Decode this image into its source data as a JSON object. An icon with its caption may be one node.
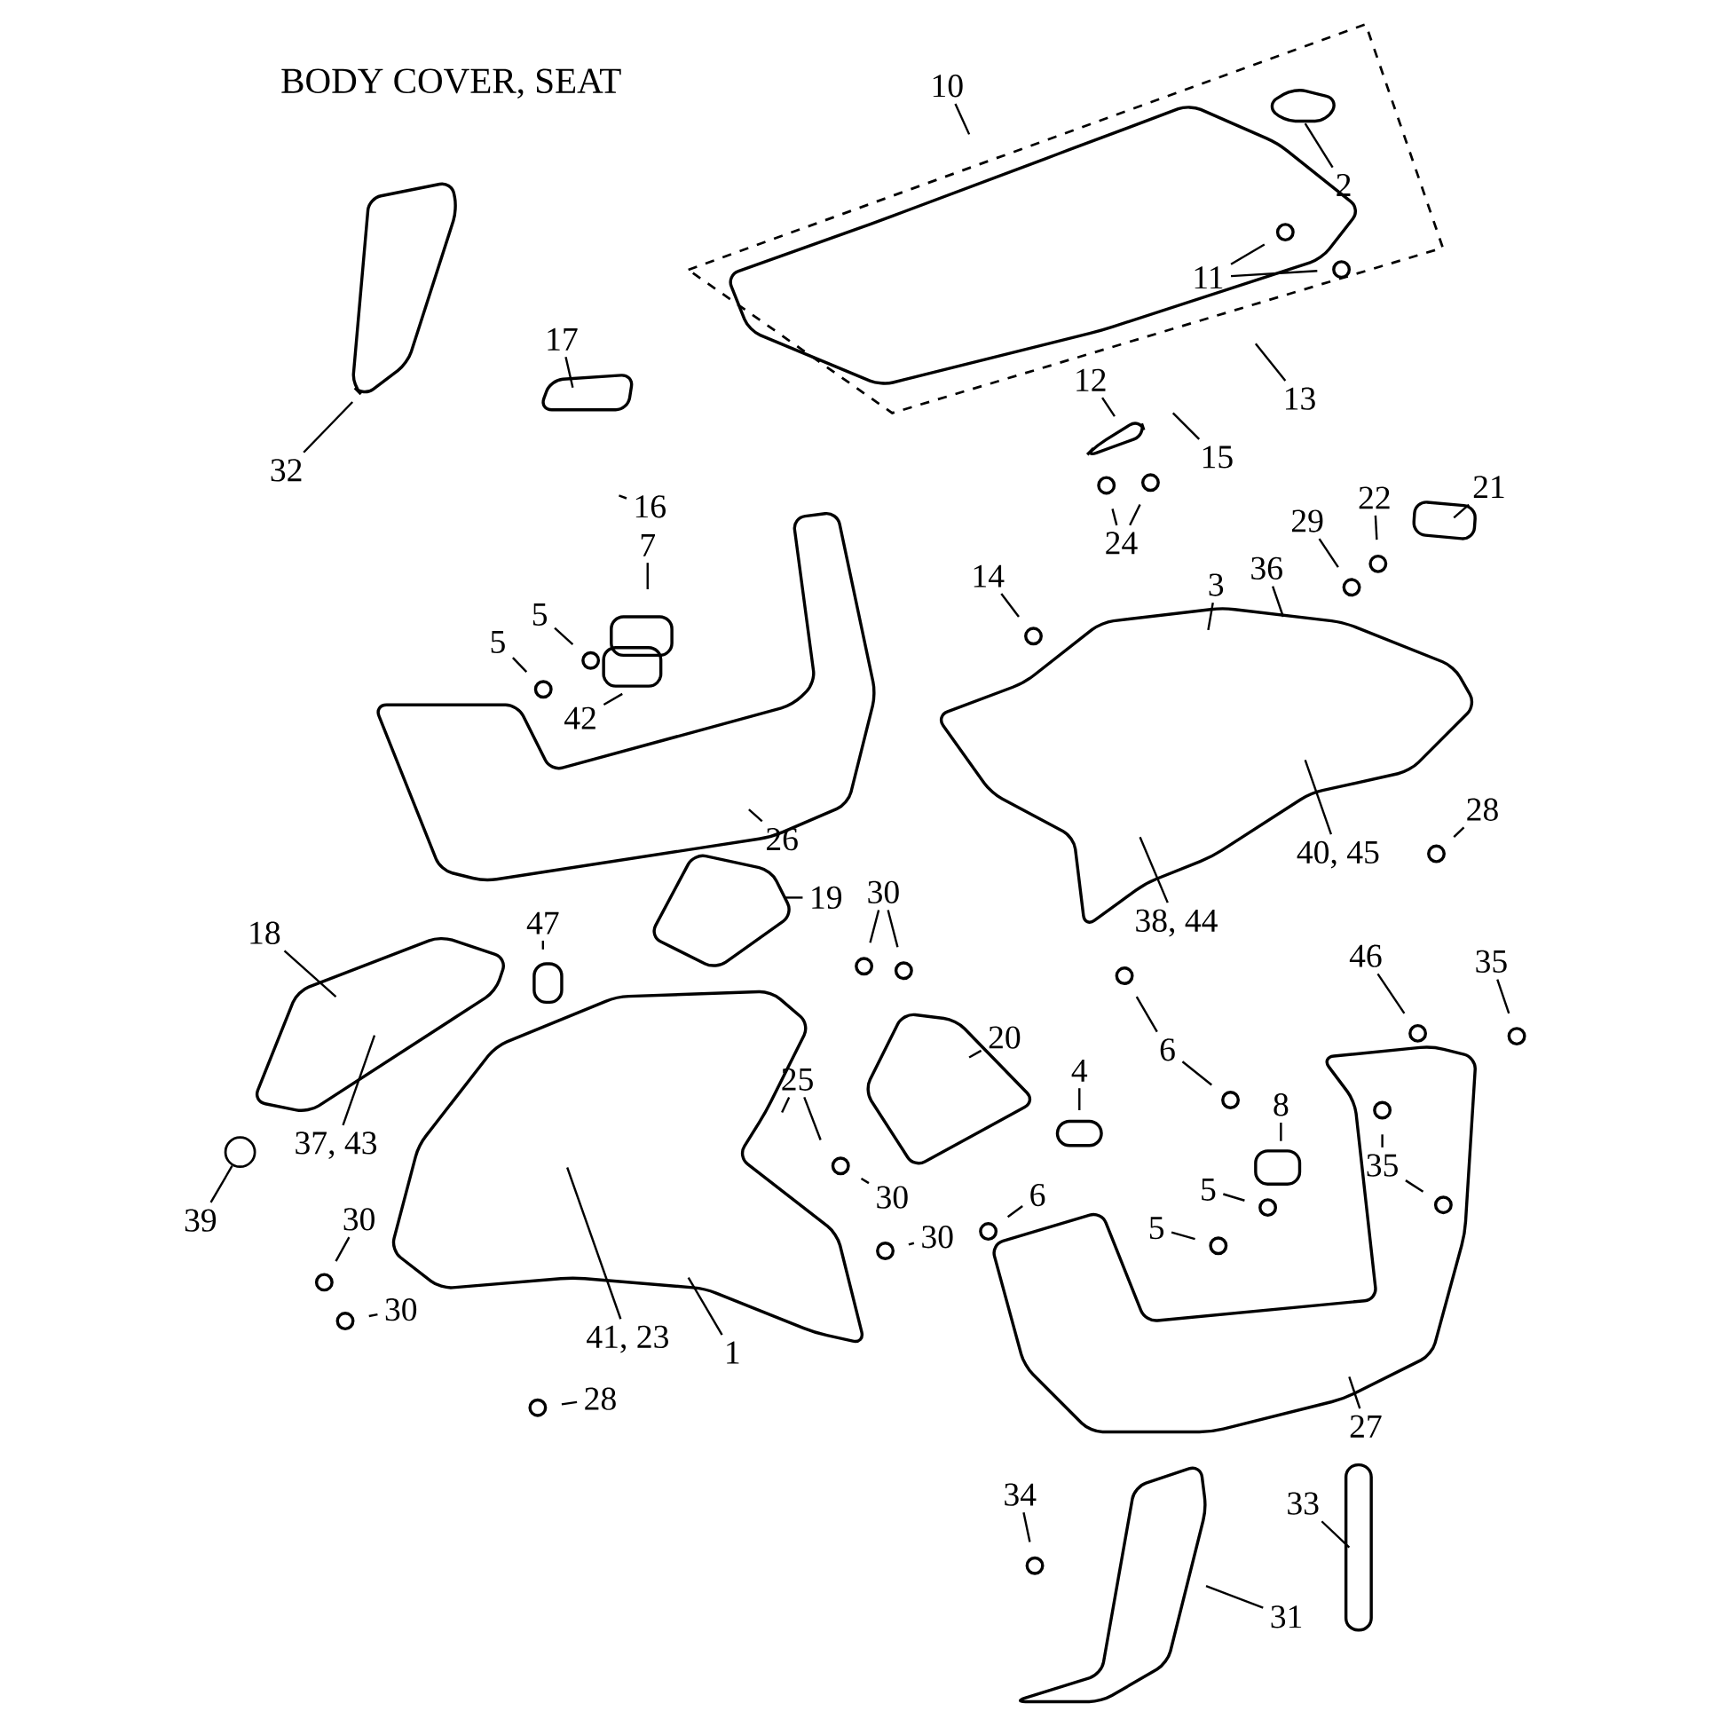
{
  "diagram": {
    "title": "BODY COVER, SEAT",
    "nodes": [
      {
        "text": [
          "10"
        ]
      },
      {
        "text": [
          "2"
        ]
      },
      {
        "text": [
          "11"
        ]
      },
      {
        "text": [
          "13"
        ]
      },
      {
        "text": [
          "12"
        ]
      },
      {
        "text": [
          "15"
        ]
      },
      {
        "text": [
          "24"
        ]
      },
      {
        "text": [
          "17"
        ]
      },
      {
        "text": [
          "32"
        ]
      },
      {
        "text": [
          "16"
        ]
      },
      {
        "text": [
          "7"
        ]
      },
      {
        "text": [
          "5"
        ]
      },
      {
        "text": [
          "5"
        ]
      },
      {
        "text": [
          "42"
        ]
      },
      {
        "text": [
          "26"
        ]
      },
      {
        "text": [
          "14"
        ]
      },
      {
        "text": [
          "3"
        ]
      },
      {
        "text": [
          "36"
        ]
      },
      {
        "text": [
          "29"
        ]
      },
      {
        "text": [
          "22"
        ]
      },
      {
        "text": [
          "21"
        ]
      },
      {
        "text": [
          "28"
        ]
      },
      {
        "text": [
          "40, 45"
        ]
      },
      {
        "text": [
          "38, 44"
        ]
      },
      {
        "text": [
          "19"
        ]
      },
      {
        "text": [
          "30"
        ]
      },
      {
        "text": [
          "18"
        ]
      },
      {
        "text": [
          "47"
        ]
      },
      {
        "text": [
          "37, 43"
        ]
      },
      {
        "text": [
          "39"
        ]
      },
      {
        "text": [
          "25"
        ]
      },
      {
        "text": [
          "20"
        ]
      },
      {
        "text": [
          "30"
        ]
      },
      {
        "text": [
          "30"
        ]
      },
      {
        "text": [
          "30"
        ]
      },
      {
        "text": [
          "30"
        ]
      },
      {
        "text": [
          "41, 23"
        ]
      },
      {
        "text": [
          "1"
        ]
      },
      {
        "text": [
          "28"
        ]
      },
      {
        "text": [
          "6"
        ]
      },
      {
        "text": [
          "4"
        ]
      },
      {
        "text": [
          "8"
        ]
      },
      {
        "text": [
          "46"
        ]
      },
      {
        "text": [
          "35"
        ]
      },
      {
        "text": [
          "35"
        ]
      },
      {
        "text": [
          "5"
        ]
      },
      {
        "text": [
          "5"
        ]
      },
      {
        "text": [
          "6"
        ]
      },
      {
        "text": [
          "27"
        ]
      },
      {
        "text": [
          "34"
        ]
      },
      {
        "text": [
          "33"
        ]
      },
      {
        "text": [
          "31"
        ]
      },
      {
        "text": [],
        "shape": "circle"
      }
    ],
    "edges": [
      {
        "from": 0,
        "to": null,
        "arrow": "none"
      },
      {
        "from": 1,
        "to": null,
        "arrow": "none"
      },
      {
        "from": 2,
        "to": null,
        "arrow": "none"
      },
      {
        "from": 2,
        "to": null,
        "arrow": "none"
      },
      {
        "from": 3,
        "to": null,
        "arrow": "none"
      },
      {
        "from": 4,
        "to": null,
        "arrow": "none"
      },
      {
        "from": 5,
        "to": null,
        "arrow": "none"
      },
      {
        "from": 6,
        "to": null,
        "arrow": "none"
      },
      {
        "from": 6,
        "to": null,
        "arrow": "none"
      },
      {
        "from": 7,
        "to": null,
        "arrow": "none"
      },
      {
        "from": 8,
        "to": null,
        "arrow": "none"
      },
      {
        "from": 9,
        "to": null,
        "arrow": "none"
      },
      {
        "from": 10,
        "to": null,
        "arrow": "none"
      },
      {
        "from": 11,
        "to": null,
        "arrow": "none"
      },
      {
        "from": 12,
        "to": null,
        "arrow": "none"
      },
      {
        "from": 13,
        "to": null,
        "arrow": "none"
      },
      {
        "from": 14,
        "to": null,
        "arrow": "none"
      },
      {
        "from": 15,
        "to": null,
        "arrow": "none"
      },
      {
        "from": 16,
        "to": null,
        "arrow": "none"
      },
      {
        "from": 17,
        "to": null,
        "arrow": "none"
      },
      {
        "from": 18,
        "to": null,
        "arrow": "none"
      },
      {
        "from": 19,
        "to": null,
        "arrow": "none"
      },
      {
        "from": 20,
        "to": null,
        "arrow": "none"
      },
      {
        "from": 21,
        "to": null,
        "arrow": "none"
      },
      {
        "from": 22,
        "to": null,
        "arrow": "none"
      },
      {
        "from": 23,
        "to": null,
        "arrow": "none"
      },
      {
        "from": 24,
        "to": null,
        "arrow": "none"
      },
      {
        "from": 25,
        "to": null,
        "arrow": "none"
      },
      {
        "from": 25,
        "to": null,
        "arrow": "none"
      },
      {
        "from": 26,
        "to": null,
        "arrow": "none"
      },
      {
        "from": 27,
        "to": null,
        "arrow": "none"
      },
      {
        "from": 28,
        "to": null,
        "arrow": "none"
      },
      {
        "from": 29,
        "to": 52,
        "arrow": "none"
      },
      {
        "from": 30,
        "to": null,
        "arrow": "none"
      },
      {
        "from": 30,
        "to": null,
        "arrow": "none"
      },
      {
        "from": 31,
        "to": null,
        "arrow": "none"
      },
      {
        "from": 32,
        "to": null,
        "arrow": "none"
      },
      {
        "from": 33,
        "to": null,
        "arrow": "none"
      },
      {
        "from": 34,
        "to": null,
        "arrow": "none"
      },
      {
        "from": 35,
        "to": null,
        "arrow": "none"
      },
      {
        "from": 36,
        "to": null,
        "arrow": "none"
      },
      {
        "from": 37,
        "to": null,
        "arrow": "none"
      },
      {
        "from": 38,
        "to": null,
        "arrow": "none"
      },
      {
        "from": 39,
        "to": null,
        "arrow": "none"
      },
      {
        "from": 39,
        "to": null,
        "arrow": "none"
      },
      {
        "from": 40,
        "to": null,
        "arrow": "none"
      },
      {
        "from": 41,
        "to": null,
        "arrow": "none"
      },
      {
        "from": 42,
        "to": null,
        "arrow": "none"
      },
      {
        "from": 43,
        "to": null,
        "arrow": "none"
      },
      {
        "from": 44,
        "to": null,
        "arrow": "none"
      },
      {
        "from": 44,
        "to": null,
        "arrow": "none"
      },
      {
        "from": 45,
        "to": null,
        "arrow": "none"
      },
      {
        "from": 46,
        "to": null,
        "arrow": "none"
      },
      {
        "from": 47,
        "to": null,
        "arrow": "none"
      },
      {
        "from": 48,
        "to": null,
        "arrow": "none"
      },
      {
        "from": 49,
        "to": null,
        "arrow": "none"
      },
      {
        "from": 50,
        "to": null,
        "arrow": "none"
      },
      {
        "from": 51,
        "to": null,
        "arrow": "none"
      }
    ]
  }
}
